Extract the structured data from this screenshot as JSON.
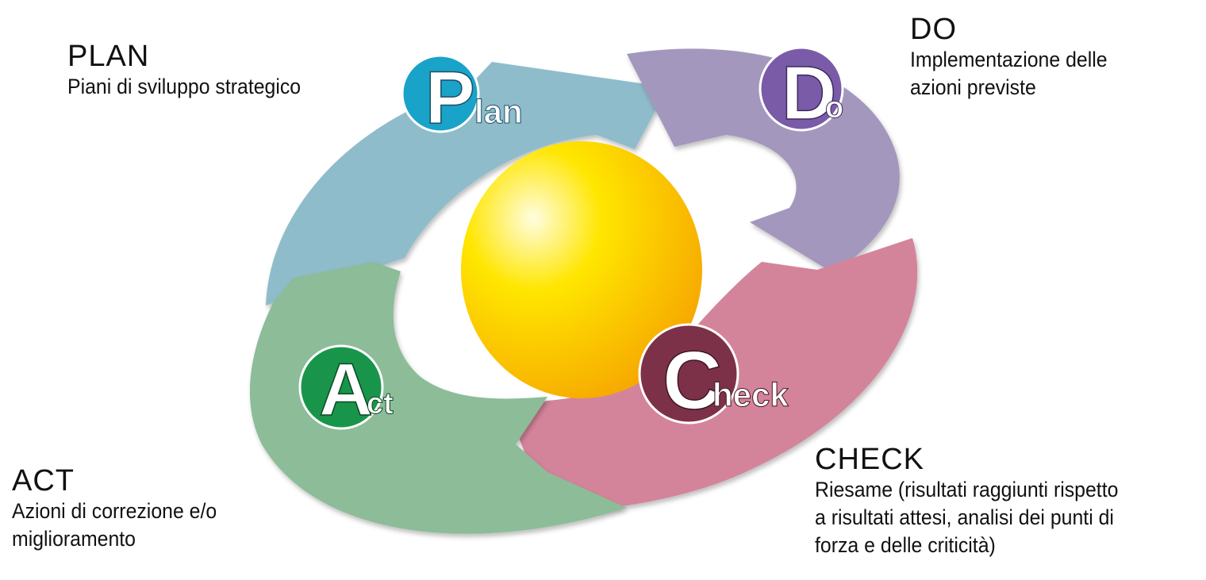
{
  "stages": {
    "plan": {
      "heading": "PLAN",
      "description": "Piani di sviluppo strategico",
      "badge_big": "P",
      "badge_small": "lan",
      "arrow_color": "#8fbccb",
      "badge_color": "#1aa3c9"
    },
    "do": {
      "heading": "DO",
      "description": "Implementazione delle\nazioni previste",
      "badge_big": "D",
      "badge_small": "o",
      "arrow_color": "#a497bd",
      "badge_color": "#7a5ba8"
    },
    "check": {
      "heading": "CHECK",
      "description": "Riesame (risultati raggiunti rispetto\na risultati attesi, analisi dei punti di\nforza e delle criticità)",
      "badge_big": "C",
      "badge_small": "heck",
      "arrow_color": "#d4849a",
      "badge_color": "#7d3148"
    },
    "act": {
      "heading": "ACT",
      "description": "Azioni di correzione e/o\nmiglioramento",
      "badge_big": "A",
      "badge_small": "ct",
      "arrow_color": "#8cbc98",
      "badge_color": "#18954a"
    }
  },
  "sphere_colors": [
    "#fffde0",
    "#ffe600",
    "#f6a500"
  ]
}
